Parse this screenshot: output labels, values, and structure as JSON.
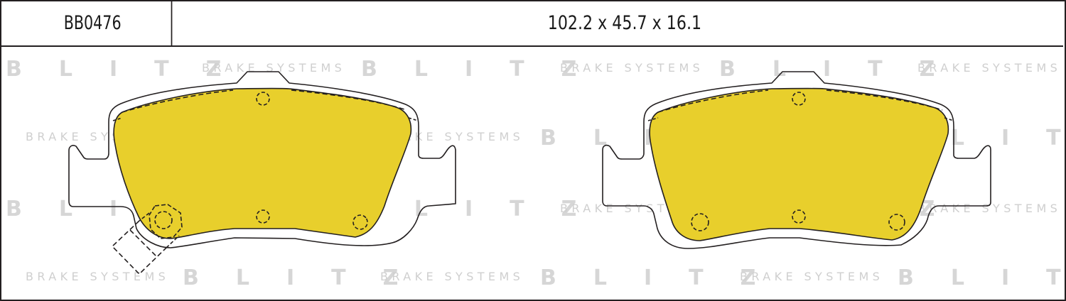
{
  "header": {
    "part_number": "BB0476",
    "dimensions": "102.2 x 45.7 x 16.1"
  },
  "watermark": {
    "brand": "BLITZ",
    "tagline": "BRAKE SYSTEMS",
    "color": "#d6d6d6"
  },
  "drawing": {
    "pad_fill_color": "#e8cf2c",
    "outline_color": "#231f20",
    "pads": [
      {
        "label": "left-pad",
        "has_wear_sensor": true
      },
      {
        "label": "right-pad",
        "has_wear_sensor": false
      }
    ]
  }
}
